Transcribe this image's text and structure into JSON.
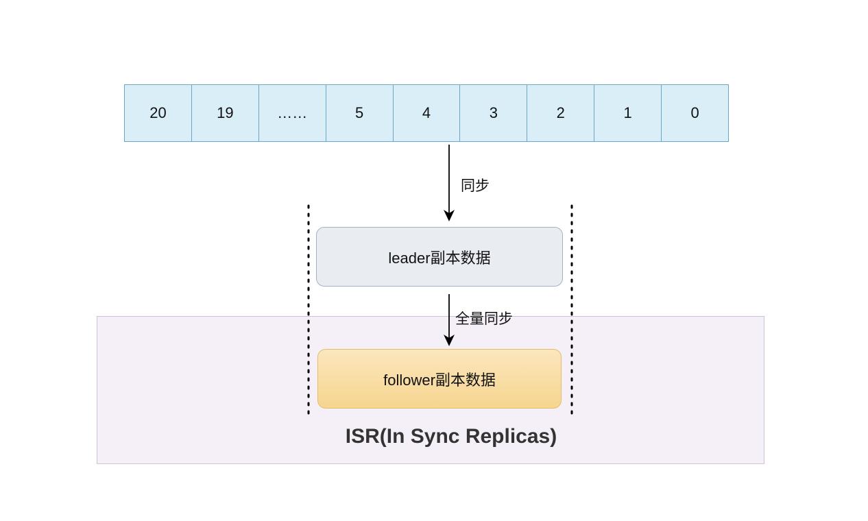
{
  "log": {
    "cells": [
      "20",
      "19",
      "……",
      "5",
      "4",
      "3",
      "2",
      "1",
      "0"
    ]
  },
  "arrows": {
    "sync_label": "同步",
    "full_sync_label": "全量同步"
  },
  "leader": {
    "label": "leader副本数据"
  },
  "follower": {
    "label": "follower副本数据"
  },
  "isr": {
    "label": "ISR(In Sync Replicas)"
  },
  "colors": {
    "log_fill": "#daeef7",
    "log_border": "#6aa7c6",
    "leader_fill": "#e9edf2",
    "follower_fill": "#f6d58f",
    "isr_fill": "#f5f0f7",
    "isr_border": "#cfc1d8"
  }
}
